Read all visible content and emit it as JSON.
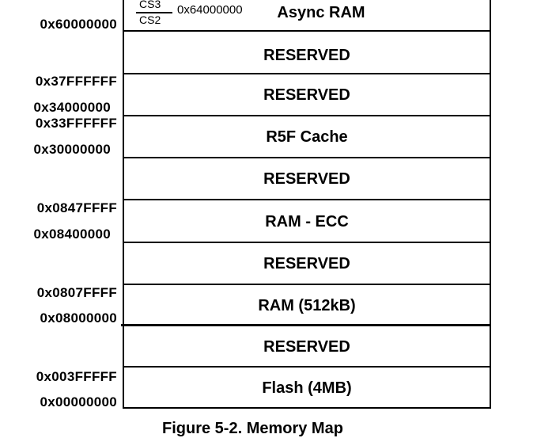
{
  "regions": [
    {
      "label": "Async RAM"
    },
    {
      "label": "RESERVED"
    },
    {
      "label": "RESERVED"
    },
    {
      "label": "R5F Cache"
    },
    {
      "label": "RESERVED"
    },
    {
      "label": "RAM - ECC"
    },
    {
      "label": "RESERVED"
    },
    {
      "label": "RAM (512kB)"
    },
    {
      "label": "RESERVED"
    },
    {
      "label": "Flash (4MB)"
    }
  ],
  "addresses": {
    "a6": "0x60000000",
    "a37e": "0x37FFFFFF",
    "a34": "0x34000000",
    "a33e": "0x33FFFFFF",
    "a30": "0x30000000",
    "a0847e": "0x0847FFFF",
    "a0840": "0x08400000",
    "a0807e": "0x0807FFFF",
    "a0800": "0x08000000",
    "a003e": "0x003FFFFF",
    "a000": "0x00000000"
  },
  "async_ram": {
    "cs3": "CS3",
    "cs2": "CS2",
    "boundary": "0x64000000"
  },
  "caption": "Figure 5-2. Memory Map"
}
